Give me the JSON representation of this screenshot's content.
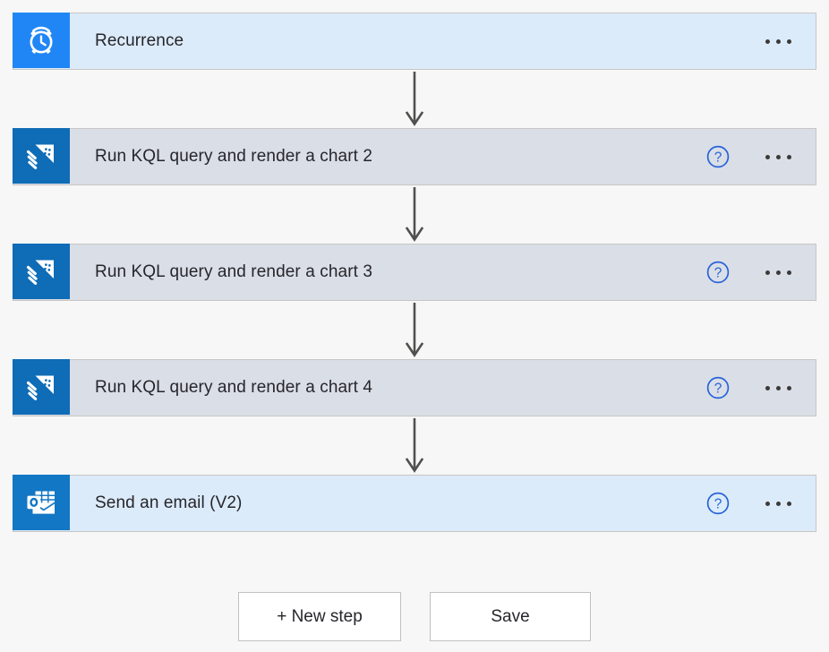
{
  "flow": {
    "steps": [
      {
        "title": "Recurrence",
        "icon": "alarm-clock-icon",
        "icon_style": "bright",
        "card_style": "blue",
        "has_help": false,
        "help_label": "?",
        "menu_label": "•••"
      },
      {
        "title": "Run KQL query and render a chart 2",
        "icon": "azure-data-explorer-kusto-icon",
        "icon_style": "kusto",
        "card_style": "grey",
        "has_help": true,
        "help_label": "?",
        "menu_label": "•••"
      },
      {
        "title": "Run KQL query and render a chart 3",
        "icon": "azure-data-explorer-kusto-icon",
        "icon_style": "kusto",
        "card_style": "grey",
        "has_help": true,
        "help_label": "?",
        "menu_label": "•••"
      },
      {
        "title": "Run KQL query and render a chart 4",
        "icon": "azure-data-explorer-kusto-icon",
        "icon_style": "kusto",
        "card_style": "grey",
        "has_help": true,
        "help_label": "?",
        "menu_label": "•••"
      },
      {
        "title": "Send an email (V2)",
        "icon": "outlook-envelope-icon",
        "icon_style": "mail",
        "card_style": "blue",
        "has_help": true,
        "help_label": "?",
        "menu_label": "•••"
      }
    ],
    "connector_count": 4
  },
  "buttons": {
    "new_step_label": "+ New step",
    "save_label": "Save"
  },
  "colors": {
    "page_background": "#f7f7f7",
    "card_blue": "#dcebfa",
    "card_grey": "#dadee7",
    "card_border": "#c8c6c4",
    "icon_bright_blue": "#2186f5",
    "icon_kusto_blue": "#0f6cb6",
    "icon_mail_blue": "#1277c4",
    "help_blue": "#2663d9",
    "text": "#26262b",
    "connector": "#50504f",
    "button_border": "#c1c1c1"
  }
}
